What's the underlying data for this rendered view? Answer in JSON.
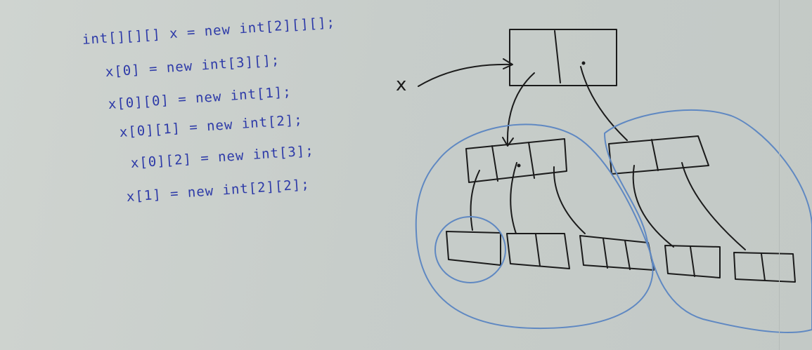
{
  "code": {
    "lines": [
      "int[][][]  x = new int[2][][];",
      "x[0] = new int[3][];",
      "x[0][0] = new int[1];",
      "x[0][1] = new int[2];",
      "x[0][2] = new int[3];",
      "x[1] = new int[2][2];"
    ]
  },
  "diagram": {
    "variable_label": "x"
  },
  "colors": {
    "marker_blue": "#2d3aa8",
    "ink_black": "#1b1b1b",
    "highlight_blue": "#5f88c2",
    "board": "#c9cfcb"
  }
}
